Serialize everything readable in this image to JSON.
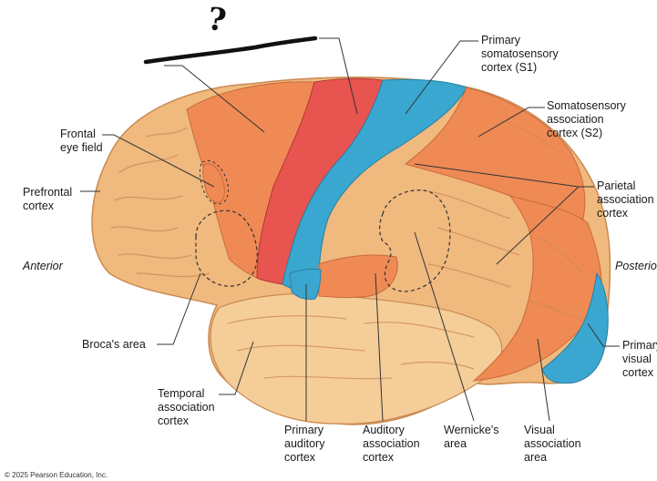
{
  "labels": {
    "primary_somatosensory": [
      "Primary",
      "somatosensory",
      "cortex (S1)"
    ],
    "somatosensory_association": [
      "Somatosensory",
      "association",
      "cortex (S2)"
    ],
    "frontal_eye_field": [
      "Frontal",
      "eye field"
    ],
    "prefrontal": [
      "Prefrontal",
      "cortex"
    ],
    "parietal_association": [
      "Parietal",
      "association",
      "cortex"
    ],
    "anterior": "Anterior",
    "posterior": "Posterior",
    "brocas_area": "Broca's area",
    "primary_visual": [
      "Primary",
      "visual",
      "cortex"
    ],
    "temporal_association": [
      "Temporal",
      "association",
      "cortex"
    ],
    "primary_auditory": [
      "Primary",
      "auditory",
      "cortex"
    ],
    "auditory_association": [
      "Auditory",
      "association",
      "cortex"
    ],
    "wernickes": [
      "Wernicke's",
      "area"
    ],
    "visual_association": [
      "Visual",
      "association",
      "area"
    ]
  },
  "annotation_mark": "?",
  "copyright": "© 2025 Pearson Education, Inc.",
  "colors": {
    "association": "#f0b97e",
    "association_light": "#f6cf9c",
    "motor_orange": "#ef8a55",
    "primary_motor_red": "#e8544f",
    "somatosensory_blue": "#3aa7d0",
    "leader_line": "#333333",
    "ink": "#111111"
  }
}
